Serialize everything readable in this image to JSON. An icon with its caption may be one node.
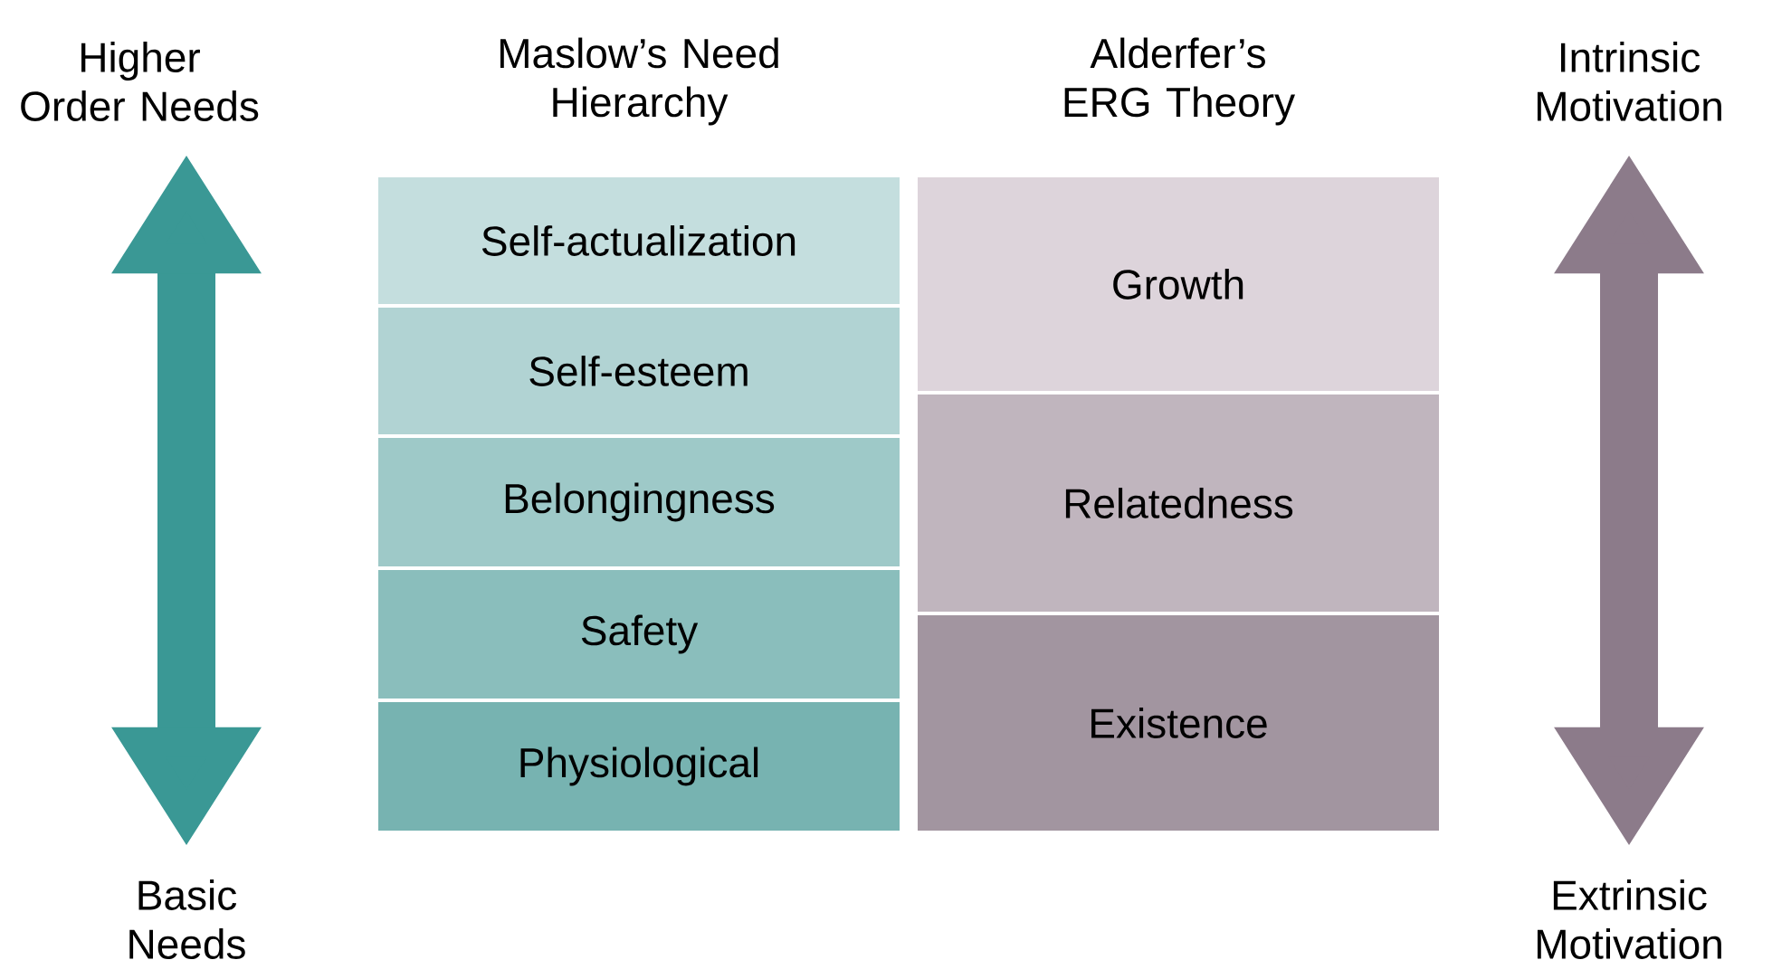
{
  "diagram": {
    "nodes": [
      {
        "text": [
          "Higher Order Needs"
        ]
      },
      {
        "text": [
          "Basic Needs"
        ]
      },
      {
        "text": [
          "Self-actualization"
        ]
      },
      {
        "text": [
          "Self-esteem"
        ]
      },
      {
        "text": [
          "Belongingness"
        ]
      },
      {
        "text": [
          "Safety"
        ]
      },
      {
        "text": [
          "Physiological"
        ]
      },
      {
        "text": [
          "Growth"
        ]
      },
      {
        "text": [
          "Relatedness"
        ]
      },
      {
        "text": [
          "Existence"
        ]
      },
      {
        "text": [
          "Intrinsic Motivation"
        ]
      },
      {
        "text": [
          "Extrinsic Motivation"
        ]
      }
    ],
    "edges": [
      {
        "from": 0,
        "to": 1,
        "arrow": "both",
        "color": "#3a9895"
      },
      {
        "from": 10,
        "to": 11,
        "arrow": "both",
        "color": "#8c7b8a"
      }
    ],
    "labels": [
      "Maslow’s Need Hierarchy",
      "Alderfer’s ERG Theory"
    ]
  }
}
